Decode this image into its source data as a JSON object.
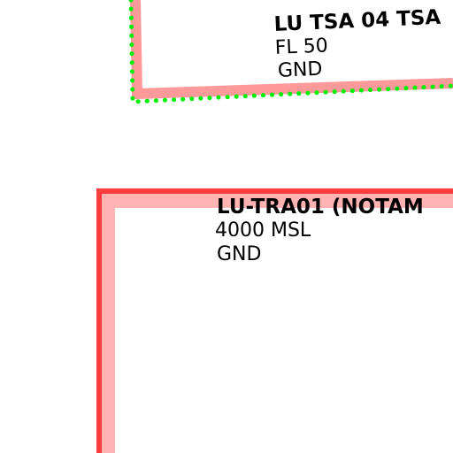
{
  "map": {
    "background": "#ffffff",
    "airspaces": [
      {
        "name": "LU TSA 04 TSA",
        "upper_limit": "FL 50",
        "lower_limit": "GND",
        "border_color": "#ff9a9a",
        "border_dots_color": "#00ee00"
      },
      {
        "name": "LU-TRA01 (NOTAM",
        "upper_limit": "4000 MSL",
        "lower_limit": "GND",
        "border_color": "#ff3b3b",
        "inner_border_color": "#ffb3b3"
      }
    ]
  }
}
